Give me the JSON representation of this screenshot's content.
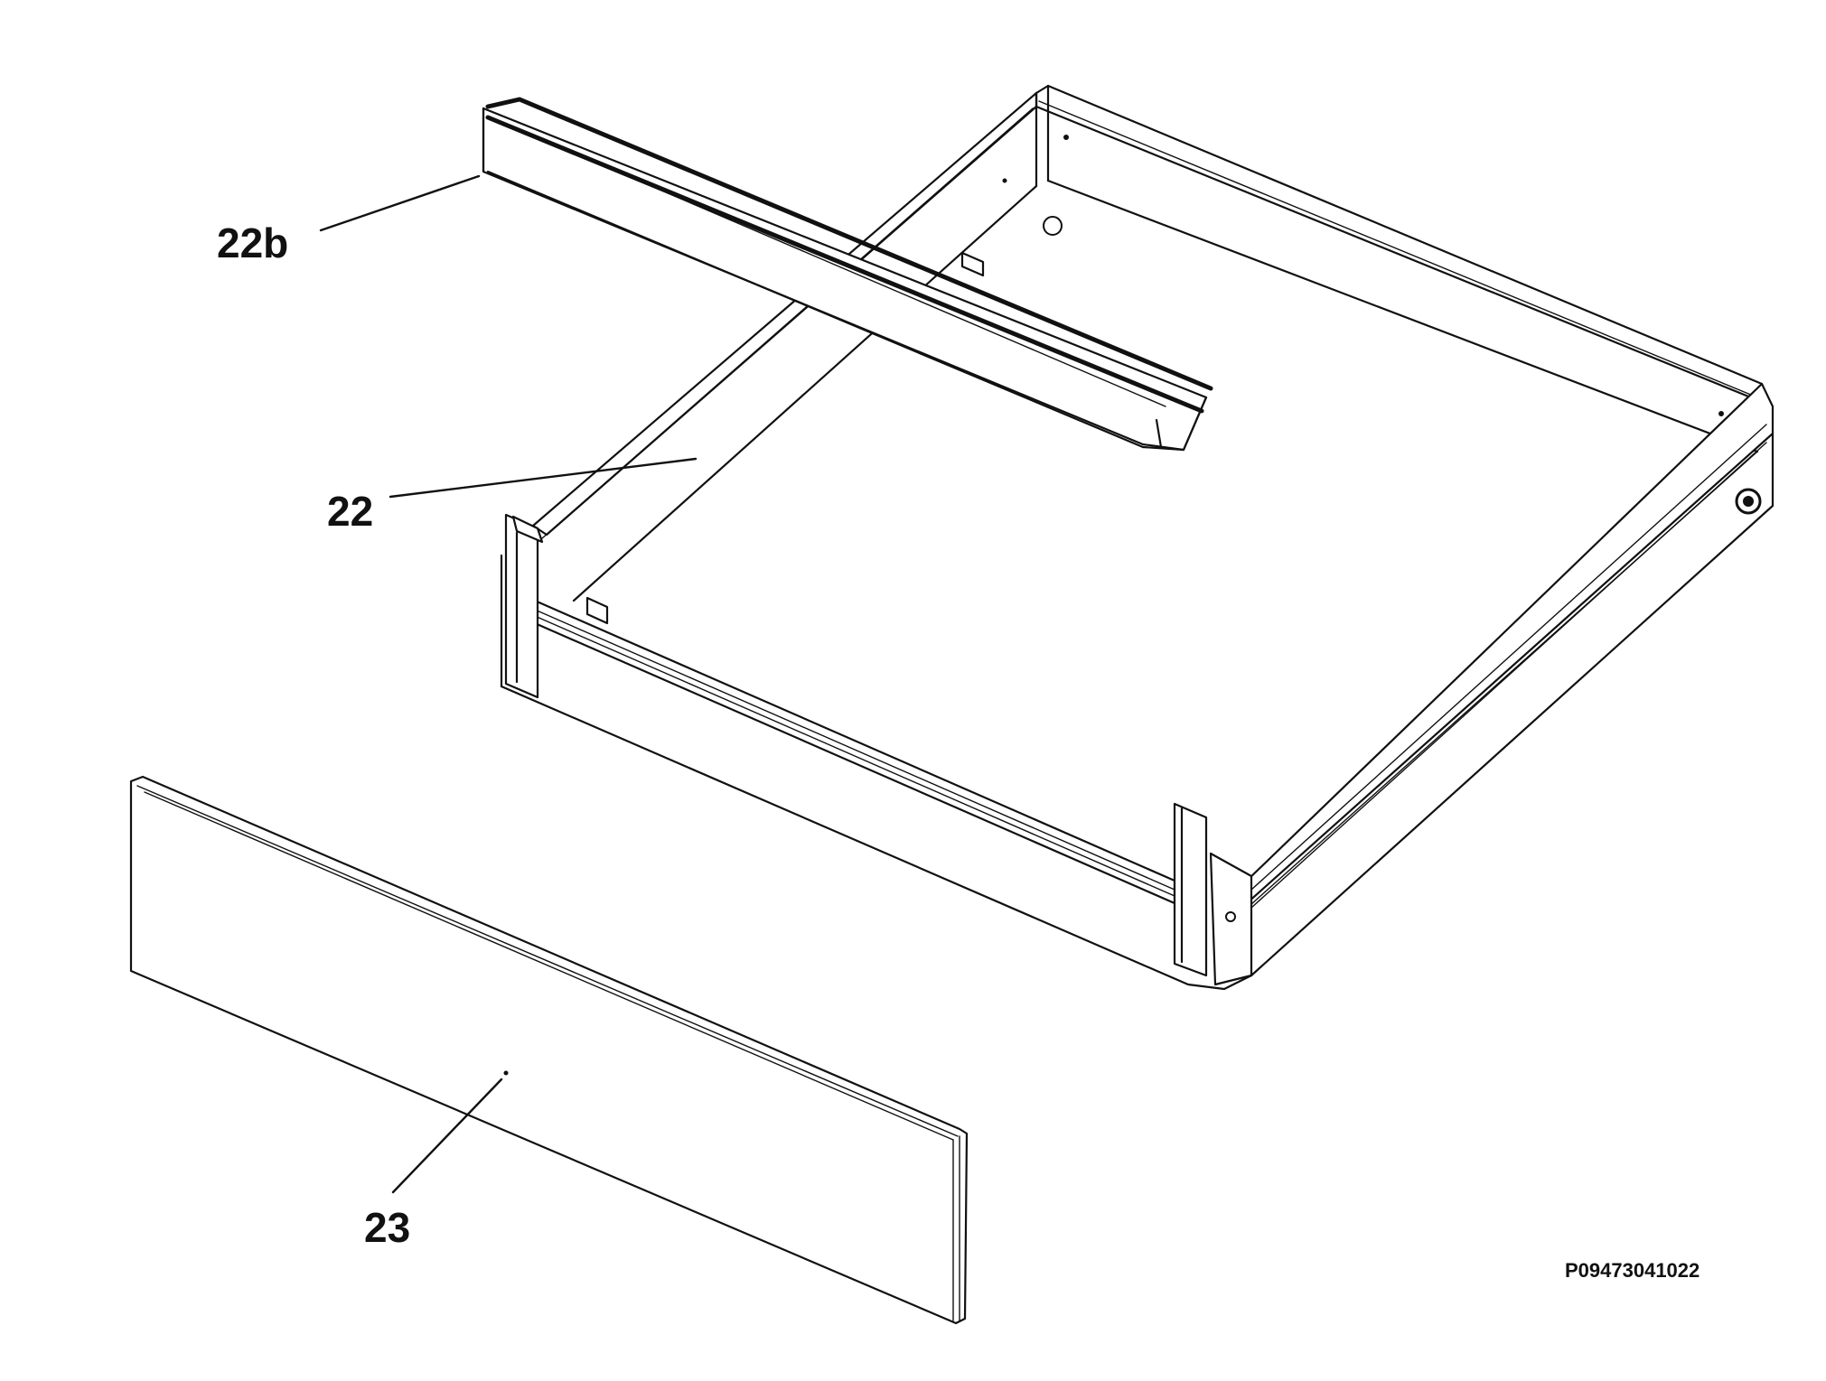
{
  "diagram": {
    "callouts": {
      "bracket_label": "22b",
      "frame_label": "22",
      "panel_label": "23"
    },
    "part_code": "P09473041022"
  }
}
